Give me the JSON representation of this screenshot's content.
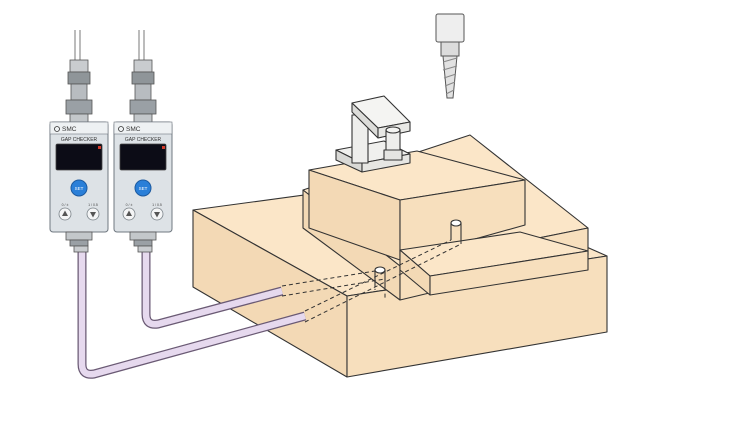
{
  "sensors": [
    {
      "brand": "SMC",
      "product": "GAP CHECKER",
      "set_label": "SET",
      "left_button_label": "0 / ±",
      "right_button_label": "1 / 0.5"
    },
    {
      "brand": "SMC",
      "product": "GAP CHECKER",
      "set_label": "SET",
      "left_button_label": "0 / ±",
      "right_button_label": "1 / 0.5"
    }
  ],
  "colors": {
    "block_fill": "#f9e3c4",
    "line": "#333333",
    "tube_fill": "#e6d9ee",
    "tube_edge": "#6a5a74",
    "sensor_body": "#dde2e6",
    "sensor_screen": "#0c0c16",
    "set_button": "#2a7fd8",
    "cable": "#bcbcbc"
  },
  "icons": [
    "set-button",
    "up-arrow-icon",
    "down-arrow-icon",
    "drill-bit-icon"
  ]
}
